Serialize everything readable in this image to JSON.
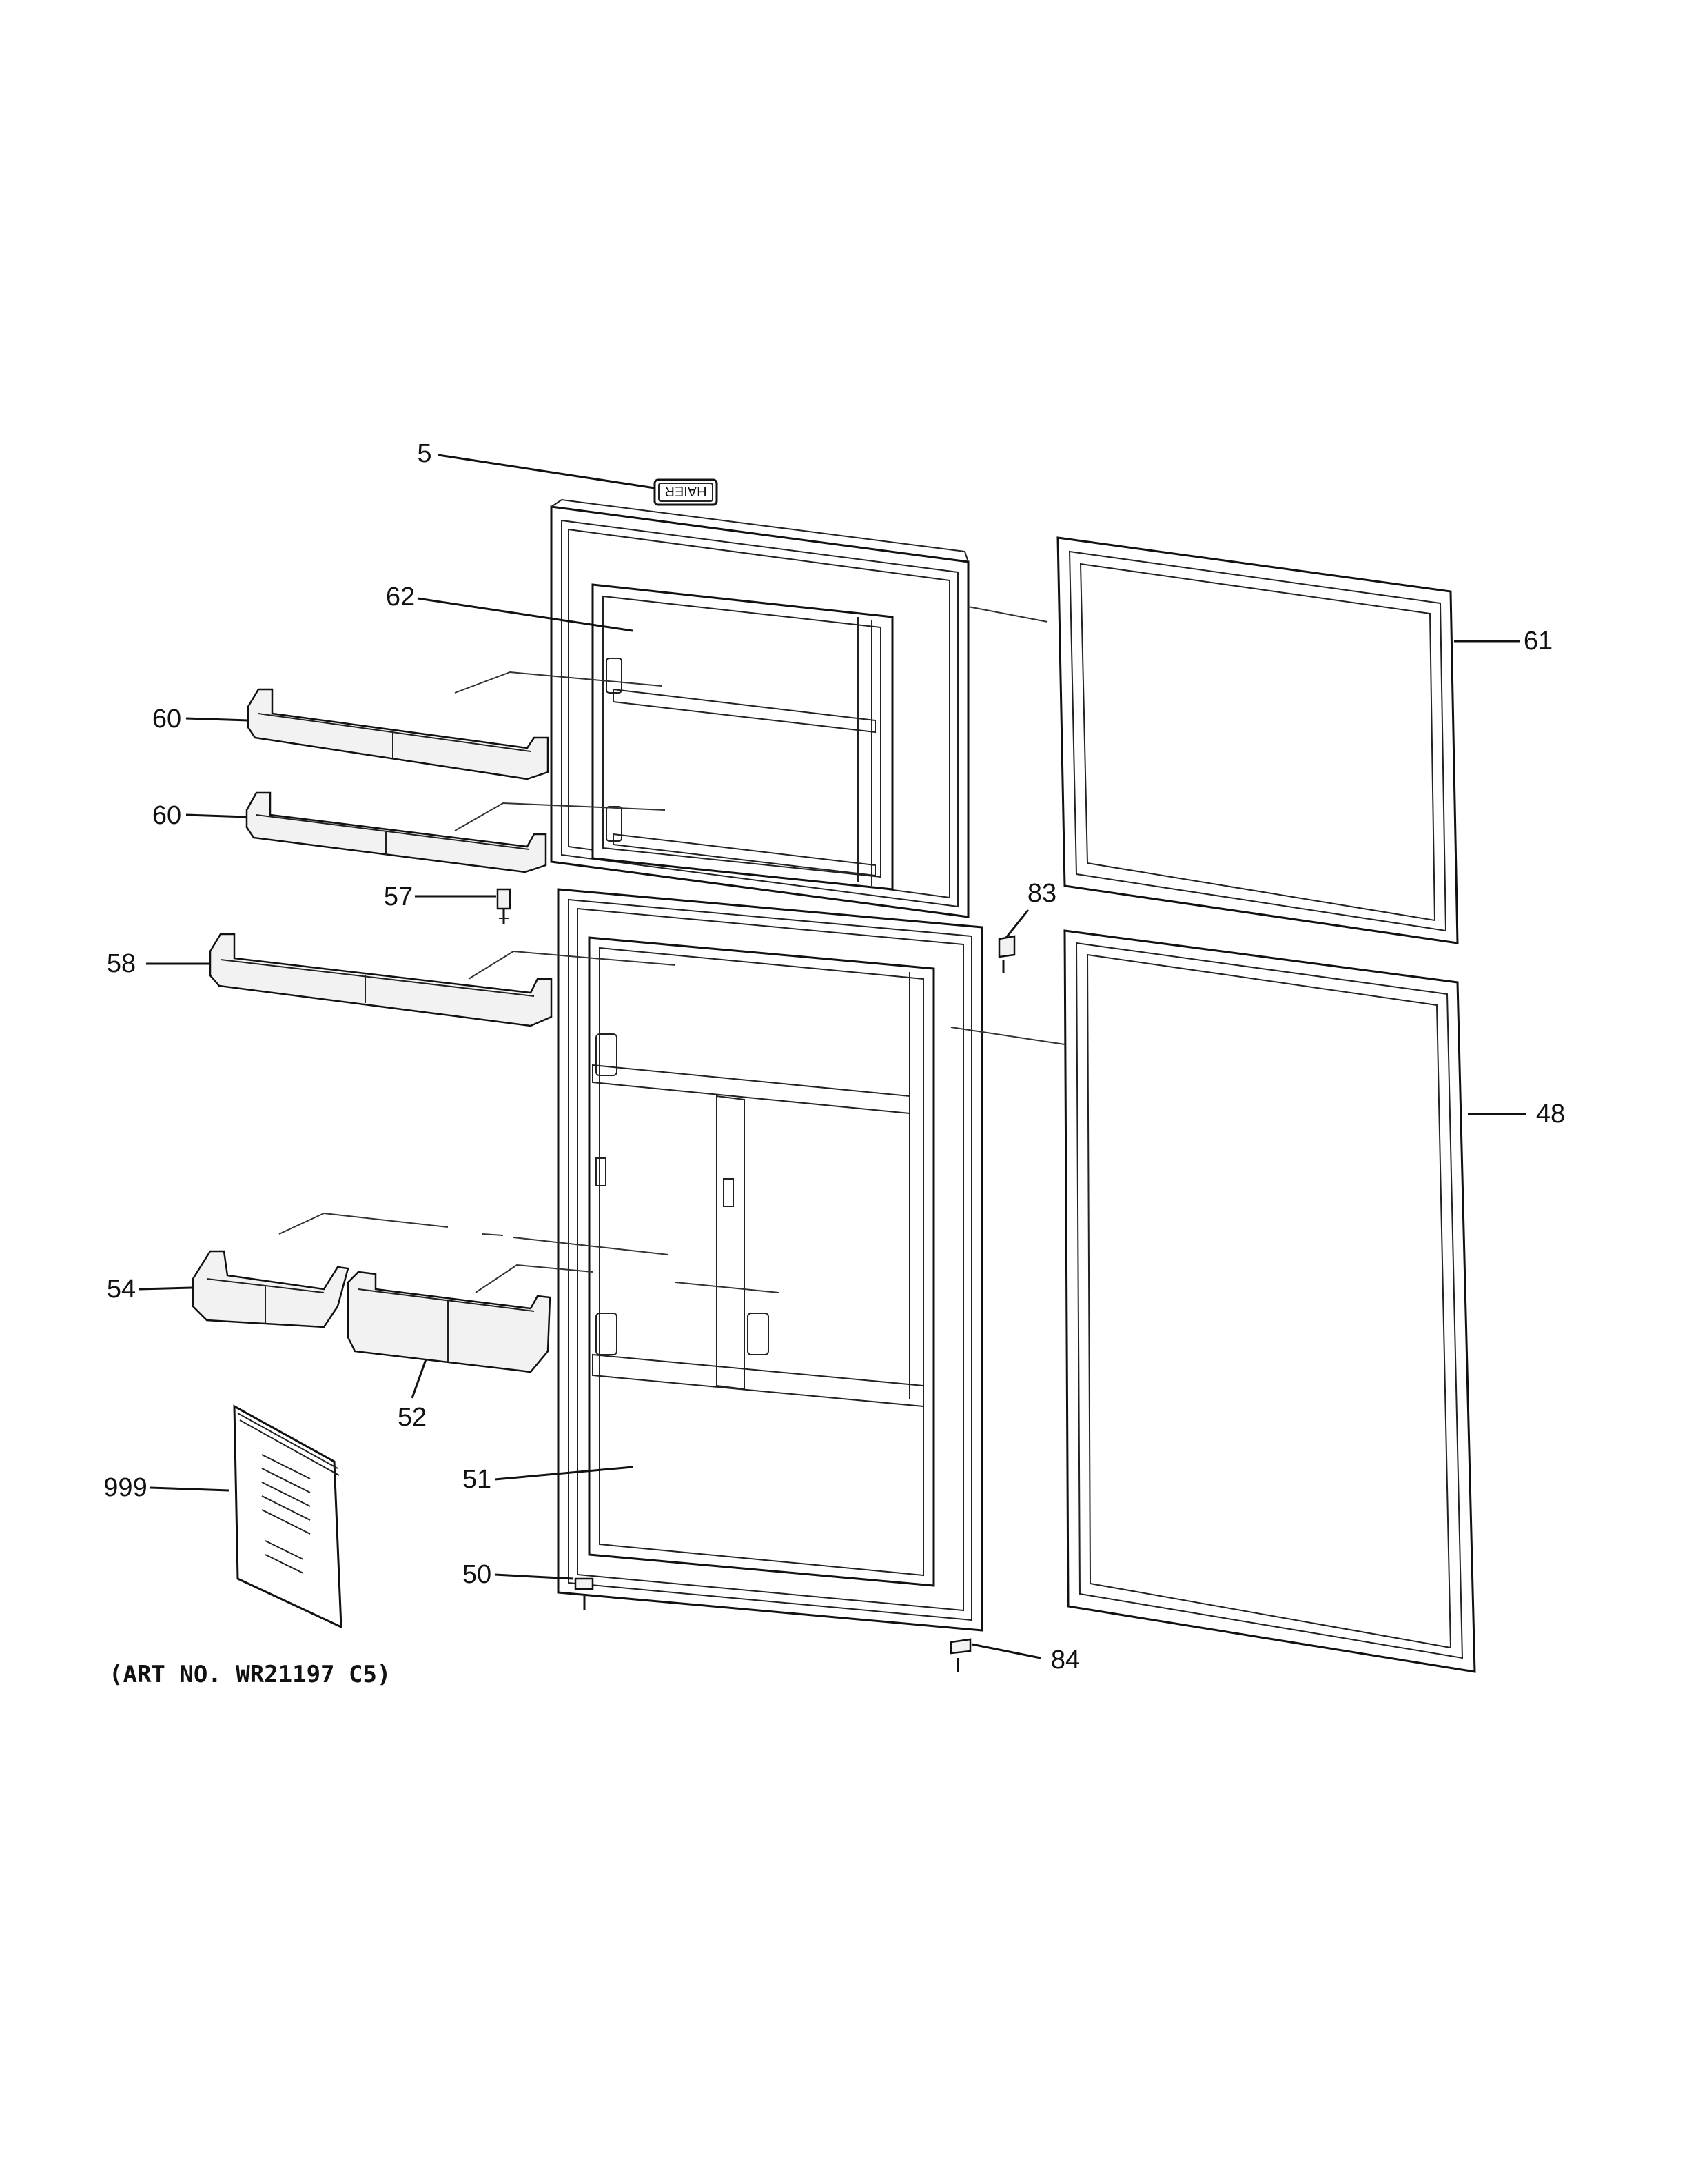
{
  "callouts": {
    "c5": "5",
    "c62": "62",
    "c61": "61",
    "c60a": "60",
    "c60b": "60",
    "c57": "57",
    "c83": "83",
    "c58": "58",
    "c48": "48",
    "c54": "54",
    "c52": "52",
    "c999": "999",
    "c51": "51",
    "c50": "50",
    "c84": "84"
  },
  "art_number": "(ART NO. WR21197 C5)",
  "badge_text": "HAIER"
}
